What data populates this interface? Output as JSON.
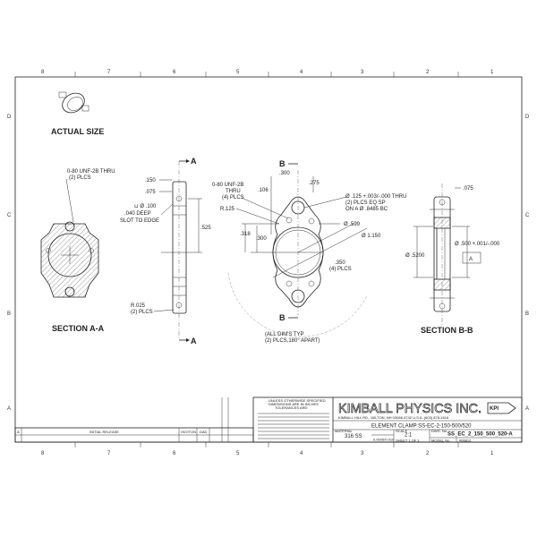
{
  "zones": {
    "columns": [
      "8",
      "7",
      "6",
      "5",
      "4",
      "3",
      "2",
      "1"
    ],
    "rows": [
      "D",
      "C",
      "B",
      "A"
    ]
  },
  "views": {
    "actual_size": "ACTUAL SIZE",
    "section_aa": "SECTION A-A",
    "section_bb": "SECTION B-B",
    "section_marker_a": "A",
    "section_marker_b": "B"
  },
  "annotations": {
    "aa_tap": "0-80 UNF-2B THRU",
    "aa_tap_plcs": "(2) PLCS",
    "side_150": ".150",
    "side_075": ".075",
    "side_slot_dia": "⊔ Ø .100",
    "side_slot_deep": ".040 DEEP",
    "side_slot_edge": "SLOT TO EDGE",
    "side_525": ".525",
    "side_r025": "R.025",
    "side_r025_plcs": "(2) PLCS",
    "front_tap": "0-80 UNF-2B",
    "front_thru": "THRU",
    "front_plcs": "(4) PLCS",
    "front_r125": "R.125",
    "front_300_top": ".300",
    "front_106": ".106",
    "front_275": ".275",
    "front_318": ".318",
    "front_300_left": ".300",
    "hole_125": "Ø .125 +.003/-.000 THRU",
    "hole_plcs": "(2) PLCS EQ SP",
    "hole_bc": "ON A Ø .8485 BC",
    "dia_599": "Ø .599",
    "dia_1150": "Ø 1.150",
    "dim_350": ".350",
    "dim_350_plcs": "(4) PLCS",
    "note_typ1": "(ALL DIM'S TYP",
    "note_typ2": "(2) PLCS,180° APART)",
    "bb_075": ".075",
    "bb_5200": "Ø .5200",
    "bb_500": "Ø .500 +.001/-.000",
    "bb_datum": "A"
  },
  "title_block": {
    "tolerance_notes": [
      "UNLESS OTHERWISE SPECIFIED",
      "DIMENSIONS ARE IN INCHES",
      "TOLERANCES ARE:"
    ],
    "company": "KIMBALL PHYSICS INC.",
    "logo": "KPI",
    "address": "KIMBALL HILL RD., WILTON, NH 03086-9742 U.S.A. (603) 878-1616",
    "title": "ELEMENT CLAMP SS-EC-2-150-500/520",
    "material_label": "MATERIAL",
    "material": "316 SS",
    "scale_label": "SCALE",
    "scale": "2:1",
    "dwg_label": "DWG. No.",
    "dwg_no": "SS_EC_2_150_500_520-A",
    "finish": "0.0005/0.010",
    "model_label": "MODEL No.",
    "model_no": "#06812",
    "sheet": "SHEET 1 OF 1"
  },
  "revisions": {
    "rev": "A",
    "description": "INITIAL RELEASE",
    "by": "HVOTON",
    "chk": "DAD"
  }
}
